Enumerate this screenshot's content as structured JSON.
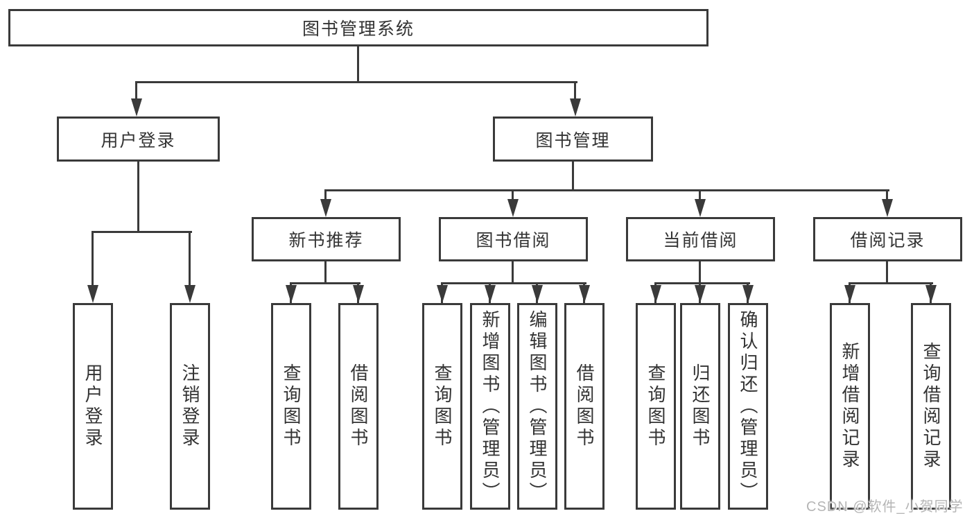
{
  "colors": {
    "line": "#3a3a3a",
    "box_border": "#3a3a3a",
    "text": "#333333",
    "background": "#ffffff",
    "watermark": "#b5b5b5"
  },
  "tree": {
    "root": {
      "label": "图书管理系统"
    },
    "branches": [
      {
        "label": "用户登录",
        "children": [
          {
            "label": "用户登录"
          },
          {
            "label": "注销登录"
          }
        ]
      },
      {
        "label": "图书管理",
        "children": [
          {
            "label": "新书推荐",
            "children": [
              {
                "label": "查询图书"
              },
              {
                "label": "借阅图书"
              }
            ]
          },
          {
            "label": "图书借阅",
            "children": [
              {
                "label": "查询图书"
              },
              {
                "label": "新增图书（管理员）"
              },
              {
                "label": "编辑图书（管理员）"
              },
              {
                "label": "借阅图书"
              }
            ]
          },
          {
            "label": "当前借阅",
            "children": [
              {
                "label": "查询图书"
              },
              {
                "label": "归还图书"
              },
              {
                "label": "确认归还（管理员）"
              }
            ]
          },
          {
            "label": "借阅记录",
            "children": [
              {
                "label": "新增借阅记录"
              },
              {
                "label": "查询借阅记录"
              }
            ]
          }
        ]
      }
    ]
  },
  "watermark": {
    "text": "CSDN @软件_小贺同学"
  }
}
